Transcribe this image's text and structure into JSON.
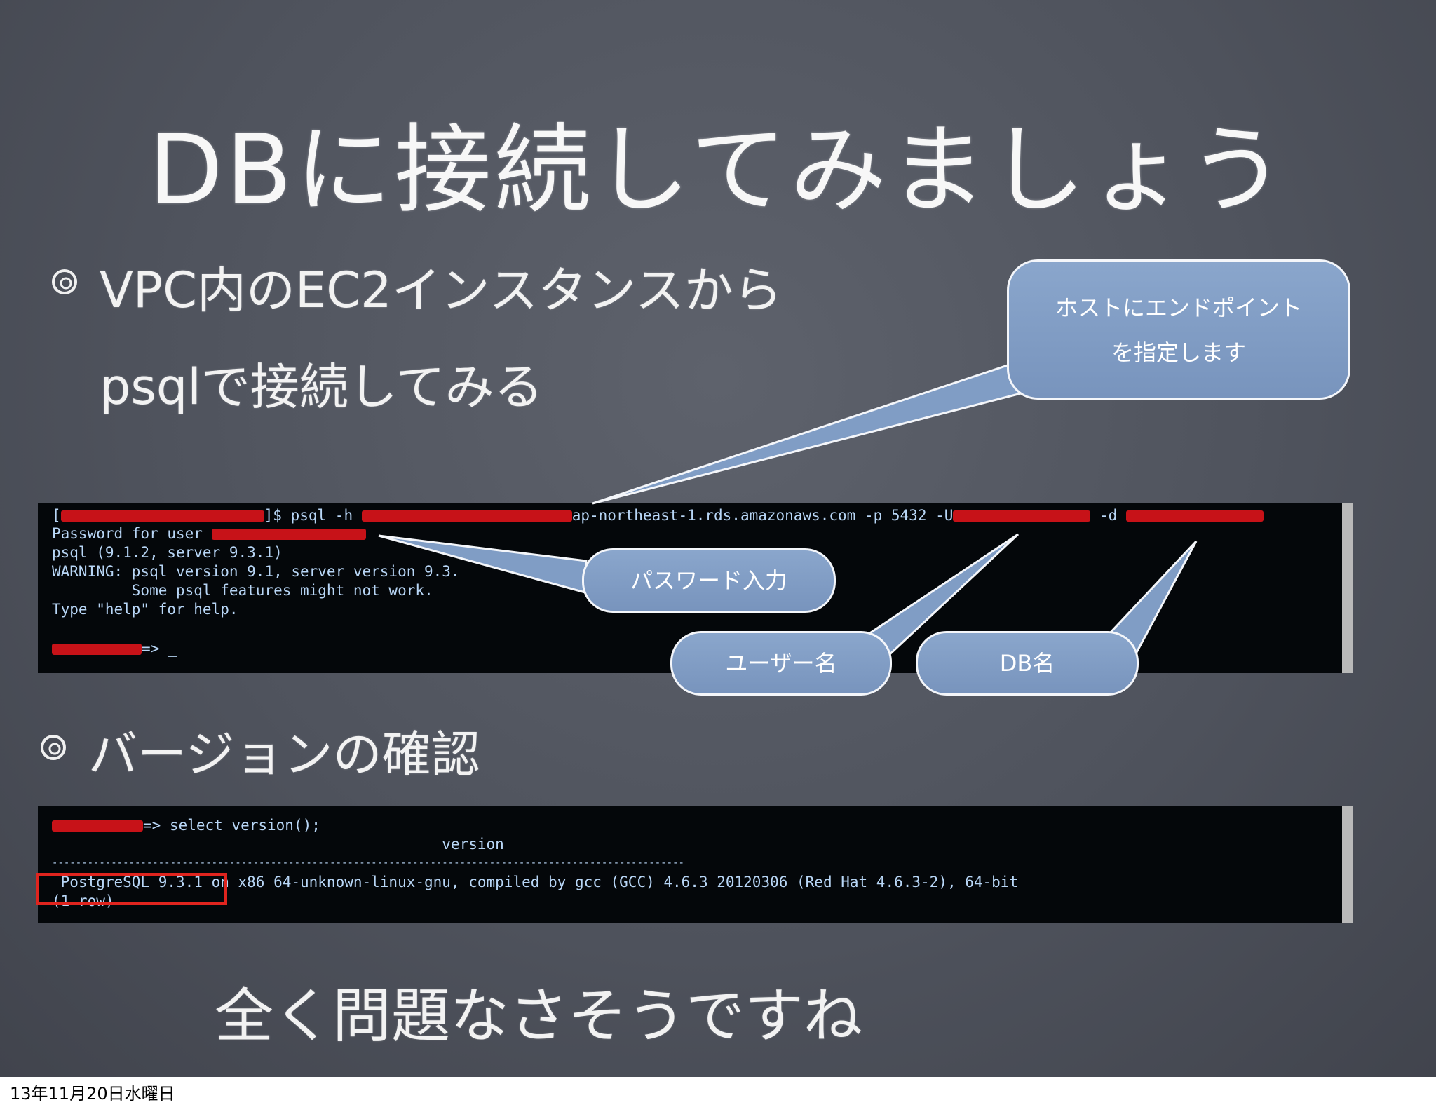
{
  "slide": {
    "title": "DBに接続してみましょう",
    "bullets": [
      {
        "line1": "VPC内のEC2インスタンスから",
        "line2": "psqlで接続してみる"
      },
      {
        "line1": "バージョンの確認"
      }
    ],
    "closing": "全く問題なさそうですね"
  },
  "terminal_connect": {
    "lines": {
      "l1_prefix": "[",
      "l1_prompt_end": "]$ psql -h ",
      "l1_host_suffix": "ap-northeast-1.rds.amazonaws.com -p 5432 -U",
      "l1_db_flag": " -d ",
      "l2": "Password for user ",
      "l3": "psql (9.1.2, server 9.3.1)",
      "l4": "WARNING: psql version 9.1, server version 9.3.",
      "l5": "         Some psql features might not work.",
      "l6": "Type \"help\" for help.",
      "l7_suffix": "=> _"
    }
  },
  "terminal_version": {
    "lines": {
      "l1_suffix": "=> select version();",
      "l2": "                                            version",
      "l3": "-----------------------------------------------------------------------------------------------------------",
      "l4": " PostgreSQL 9.3.1 on x86_64-unknown-linux-gnu, compiled by gcc (GCC) 4.6.3 20120306 (Red Hat 4.6.3-2), 64-bit",
      "l5": "(1 row)"
    }
  },
  "callouts": {
    "host_line1": "ホストにエンドポイント",
    "host_line2": "を指定します",
    "password": "パスワード入力",
    "user": "ユーザー名",
    "db": "DB名"
  },
  "footer": {
    "date": "13年11月20日水曜日"
  },
  "colors": {
    "background": "#53575f",
    "terminal_bg": "#04070a",
    "terminal_text": "#b8d6f6",
    "callout_fill": "#809dc5",
    "redaction": "#d8141a"
  }
}
